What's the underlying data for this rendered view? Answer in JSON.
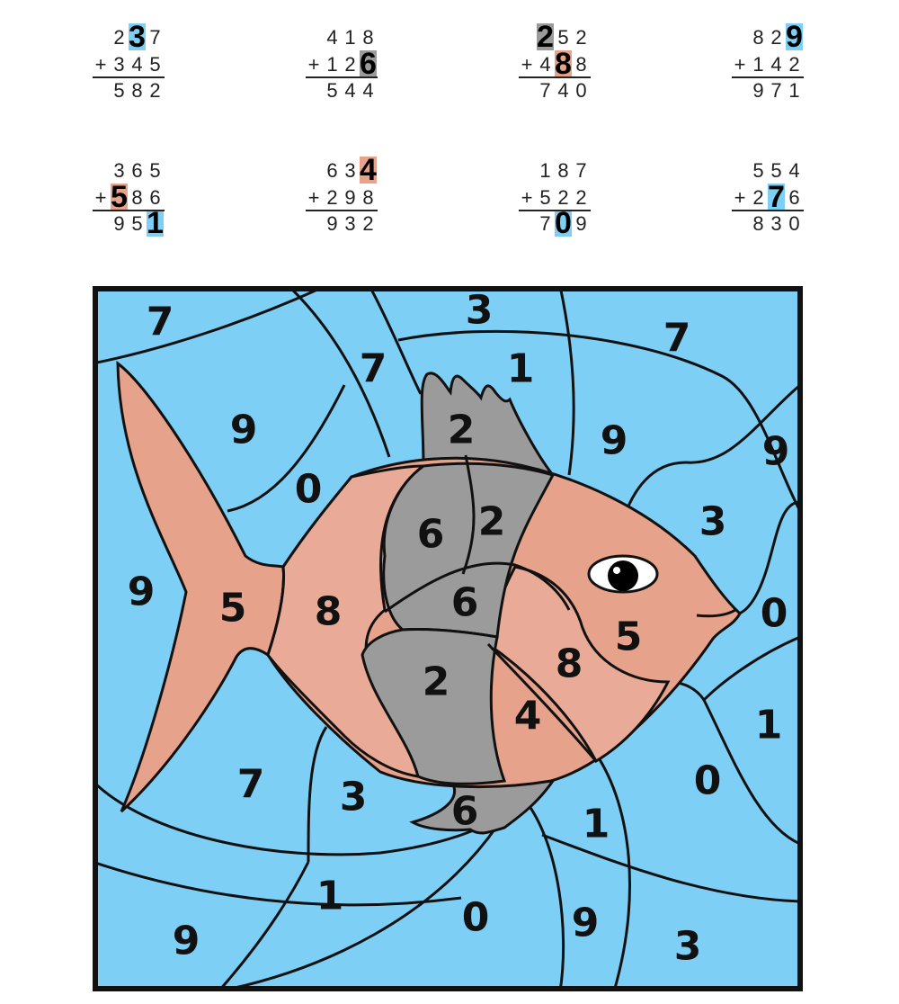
{
  "colors": {
    "blue": "#7ECFF5",
    "salmon": "#E6A28B",
    "gray": "#9B9B9B",
    "line": "#111111"
  },
  "problems": [
    {
      "top": [
        "2",
        "3",
        "7"
      ],
      "mid": [
        "3",
        "4",
        "5"
      ],
      "sum": [
        "5",
        "8",
        "2"
      ],
      "highlight": {
        "row": "top",
        "col": 1,
        "color": "blue"
      }
    },
    {
      "top": [
        "4",
        "1",
        "8"
      ],
      "mid": [
        "1",
        "2",
        "6"
      ],
      "sum": [
        "5",
        "4",
        "4"
      ],
      "highlight": {
        "row": "mid",
        "col": 2,
        "color": "gray"
      }
    },
    {
      "top": [
        "2",
        "5",
        "2"
      ],
      "mid": [
        "4",
        "8",
        "8"
      ],
      "sum": [
        "7",
        "4",
        "0"
      ],
      "highlight": {
        "row": "top",
        "col": 0,
        "color": "gray"
      },
      "highlight2": {
        "row": "mid",
        "col": 1,
        "color": "salmon"
      }
    },
    {
      "top": [
        "8",
        "2",
        "9"
      ],
      "mid": [
        "1",
        "4",
        "2"
      ],
      "sum": [
        "9",
        "7",
        "1"
      ],
      "highlight": {
        "row": "top",
        "col": 2,
        "color": "blue"
      }
    },
    {
      "top": [
        "3",
        "6",
        "5"
      ],
      "mid": [
        "5",
        "8",
        "6"
      ],
      "sum": [
        "9",
        "5",
        "1"
      ],
      "highlight": {
        "row": "mid",
        "col": 0,
        "color": "salmon"
      },
      "highlight2": {
        "row": "sum",
        "col": 2,
        "color": "blue"
      }
    },
    {
      "top": [
        "6",
        "3",
        "4"
      ],
      "mid": [
        "2",
        "9",
        "8"
      ],
      "sum": [
        "9",
        "3",
        "2"
      ],
      "highlight": {
        "row": "top",
        "col": 2,
        "color": "salmon"
      }
    },
    {
      "top": [
        "1",
        "8",
        "7"
      ],
      "mid": [
        "5",
        "2",
        "2"
      ],
      "sum": [
        "7",
        "0",
        "9"
      ],
      "highlight": {
        "row": "sum",
        "col": 1,
        "color": "blue"
      }
    },
    {
      "top": [
        "5",
        "5",
        "4"
      ],
      "mid": [
        "2",
        "7",
        "6"
      ],
      "sum": [
        "8",
        "3",
        "0"
      ],
      "highlight": {
        "row": "mid",
        "col": 1,
        "color": "blue"
      }
    }
  ],
  "plus_sign": "+",
  "region_numbers": [
    "7",
    "3",
    "7",
    "7",
    "1",
    "9",
    "0",
    "2",
    "9",
    "9",
    "3",
    "6",
    "2",
    "6",
    "0",
    "9",
    "5",
    "8",
    "8",
    "5",
    "2",
    "4",
    "1",
    "0",
    "7",
    "3",
    "6",
    "1",
    "9",
    "1",
    "0",
    "9",
    "3"
  ]
}
